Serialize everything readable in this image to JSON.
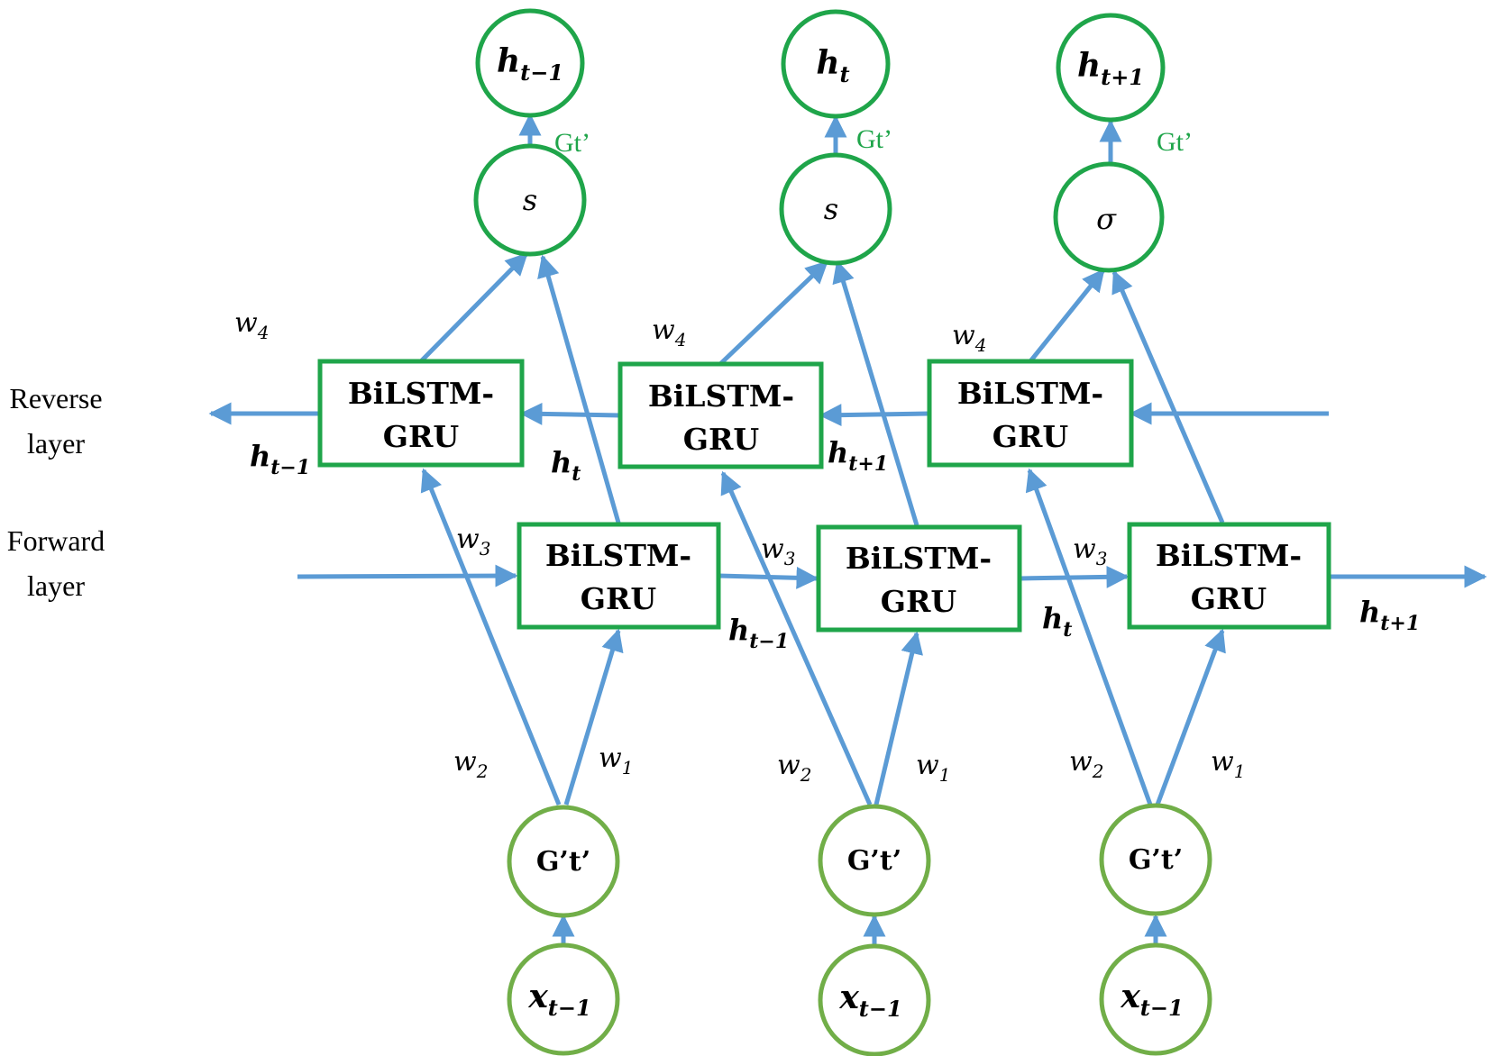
{
  "layers": {
    "reverse": [
      "Reverse",
      "layer"
    ],
    "forward": [
      "Forward",
      "layer"
    ]
  },
  "cell_label": [
    "BiLSTM-",
    "GRU"
  ],
  "columns": [
    {
      "output": {
        "base": "h",
        "sub": "t−1"
      },
      "activation": "s",
      "gate_label": "Gt’",
      "gate_node": "G’t’",
      "input": {
        "base": "x",
        "sub": "t−1"
      }
    },
    {
      "output": {
        "base": "h",
        "sub": "t"
      },
      "activation": "s",
      "gate_label": "Gt’",
      "gate_node": "G’t’",
      "input": {
        "base": "x",
        "sub": "t−1"
      }
    },
    {
      "output": {
        "base": "h",
        "sub": "t+1"
      },
      "activation": "σ",
      "gate_label": "Gt’",
      "gate_node": "G’t’",
      "input": {
        "base": "x",
        "sub": "t−1"
      }
    }
  ],
  "weights": {
    "w1": {
      "base": "w",
      "sub": "1"
    },
    "w2": {
      "base": "w",
      "sub": "2"
    },
    "w3": {
      "base": "w",
      "sub": "3"
    },
    "w4": {
      "base": "w",
      "sub": "4"
    }
  },
  "hidden_labels": {
    "reverse": [
      {
        "base": "h",
        "sub": "t−1"
      },
      {
        "base": "h",
        "sub": "t"
      },
      {
        "base": "h",
        "sub": "t+1"
      }
    ],
    "forward": [
      {
        "base": "h",
        "sub": "t−1"
      },
      {
        "base": "h",
        "sub": "t"
      },
      {
        "base": "h",
        "sub": "t+1"
      }
    ]
  },
  "colors": {
    "arrow": "#5b9bd5",
    "cell_border": "#1fa54a",
    "output_node_border": "#1fa54a",
    "input_node_border": "#71ae48",
    "gate_label": "#1fa54a"
  }
}
